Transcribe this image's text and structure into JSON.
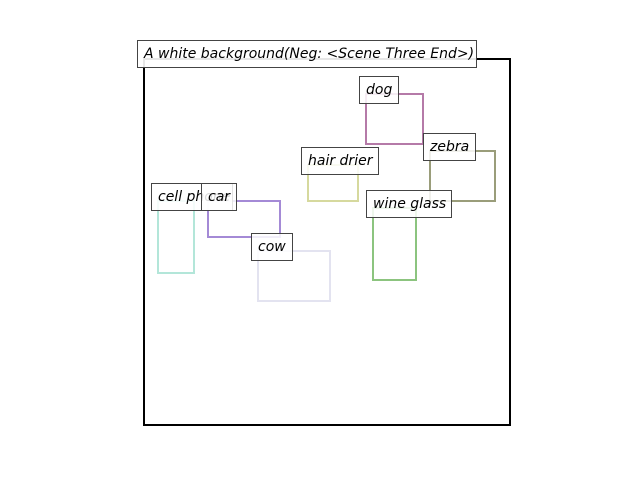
{
  "title": "A white background(Neg: <Scene Three End>)",
  "boxes": [
    {
      "id": "dog",
      "label": "dog",
      "color": "#b57aa8"
    },
    {
      "id": "zebra",
      "label": "zebra",
      "color": "#9a9d7a"
    },
    {
      "id": "hair-drier",
      "label": "hair drier",
      "color": "#d6d99e"
    },
    {
      "id": "wine-glass",
      "label": "wine glass",
      "color": "#8cc47f"
    },
    {
      "id": "cell-phone",
      "label": "cell phone",
      "color": "#b3e6d9"
    },
    {
      "id": "car",
      "label": "car",
      "color": "#a48ad6"
    },
    {
      "id": "cow",
      "label": "cow",
      "color": "#e3e3f0"
    }
  ]
}
